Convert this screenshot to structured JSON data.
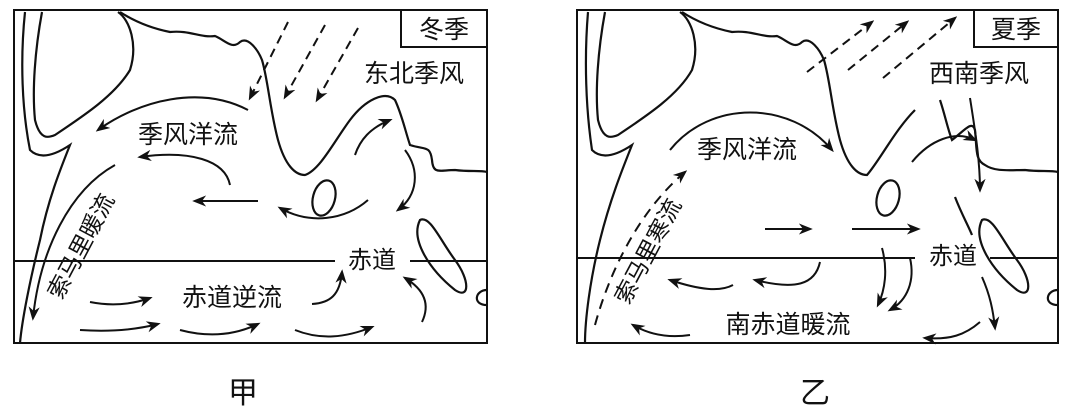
{
  "panels": [
    {
      "id": "jia",
      "caption": "甲",
      "season": "冬季",
      "labels": {
        "wind": "东北季风",
        "monsoon_current": "季风洋流",
        "somali_current": "索马里暖流",
        "equator": "赤道",
        "counter_current": "赤道逆流"
      }
    },
    {
      "id": "yi",
      "caption": "乙",
      "season": "夏季",
      "labels": {
        "wind": "西南季风",
        "monsoon_current": "季风洋流",
        "somali_current": "索马里寒流",
        "equator": "赤道",
        "south_equatorial_current": "南赤道暖流"
      }
    }
  ],
  "colors": {
    "line": "#111111",
    "background": "#ffffff"
  }
}
